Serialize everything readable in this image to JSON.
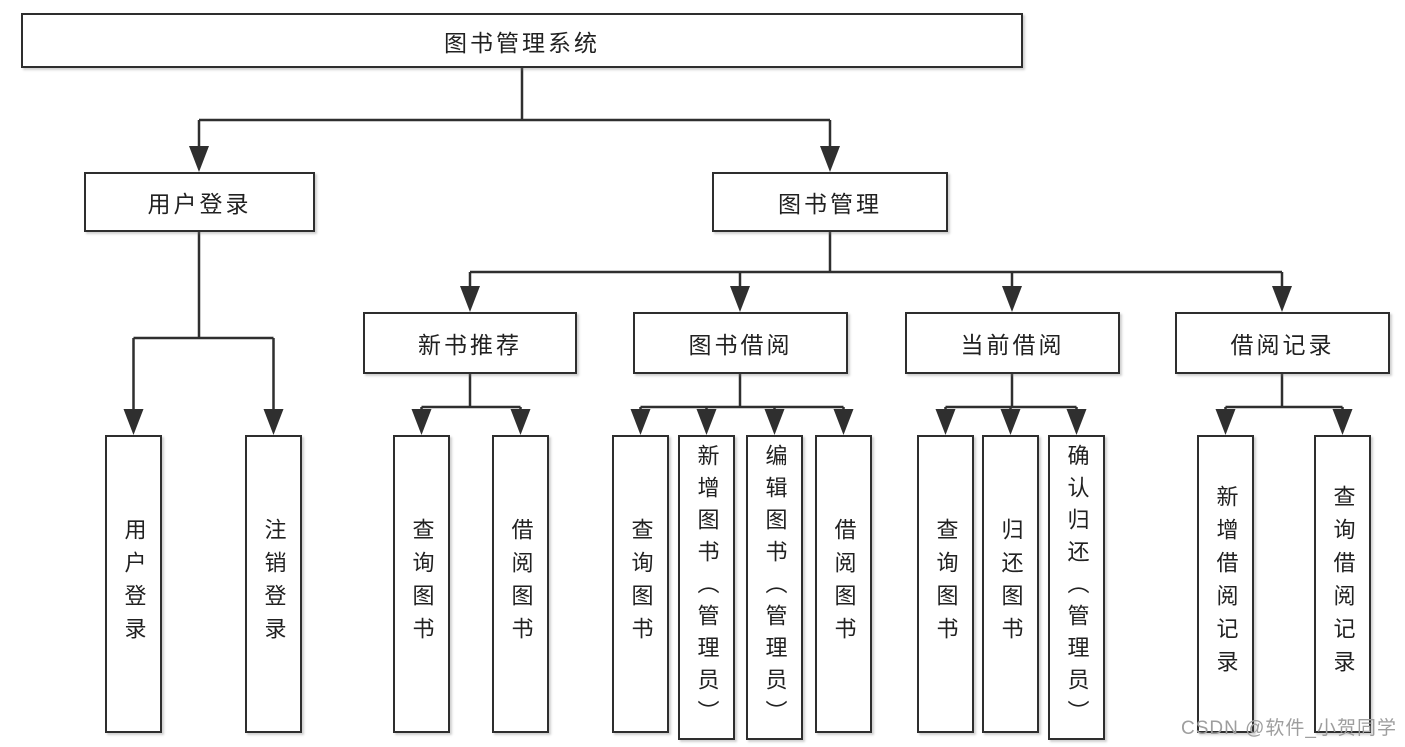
{
  "nodes": {
    "root": {
      "label": "图书管理系统"
    },
    "l2": [
      {
        "label": "用户登录"
      },
      {
        "label": "图书管理"
      }
    ],
    "l3": [
      {
        "label": "新书推荐"
      },
      {
        "label": "图书借阅"
      },
      {
        "label": "当前借阅"
      },
      {
        "label": "借阅记录"
      }
    ],
    "l4": [
      {
        "label": "用户登录"
      },
      {
        "label": "注销登录"
      },
      {
        "label": "查询图书"
      },
      {
        "label": "借阅图书"
      },
      {
        "label": "查询图书"
      },
      {
        "label": "新增图书（管理员）"
      },
      {
        "label": "编辑图书（管理员）"
      },
      {
        "label": "借阅图书"
      },
      {
        "label": "查询图书"
      },
      {
        "label": "归还图书"
      },
      {
        "label": "确认归还（管理员）"
      },
      {
        "label": "新增借阅记录"
      },
      {
        "label": "查询借阅记录"
      }
    ]
  },
  "watermark": "CSDN @软件_小贺同学",
  "colors": {
    "line": "#2f2f2f",
    "box_border": "#2e2e2e",
    "box_fill": "#ffffff",
    "text": "#212121",
    "watermark": "#9e9e9e",
    "background": "#ffffff"
  }
}
